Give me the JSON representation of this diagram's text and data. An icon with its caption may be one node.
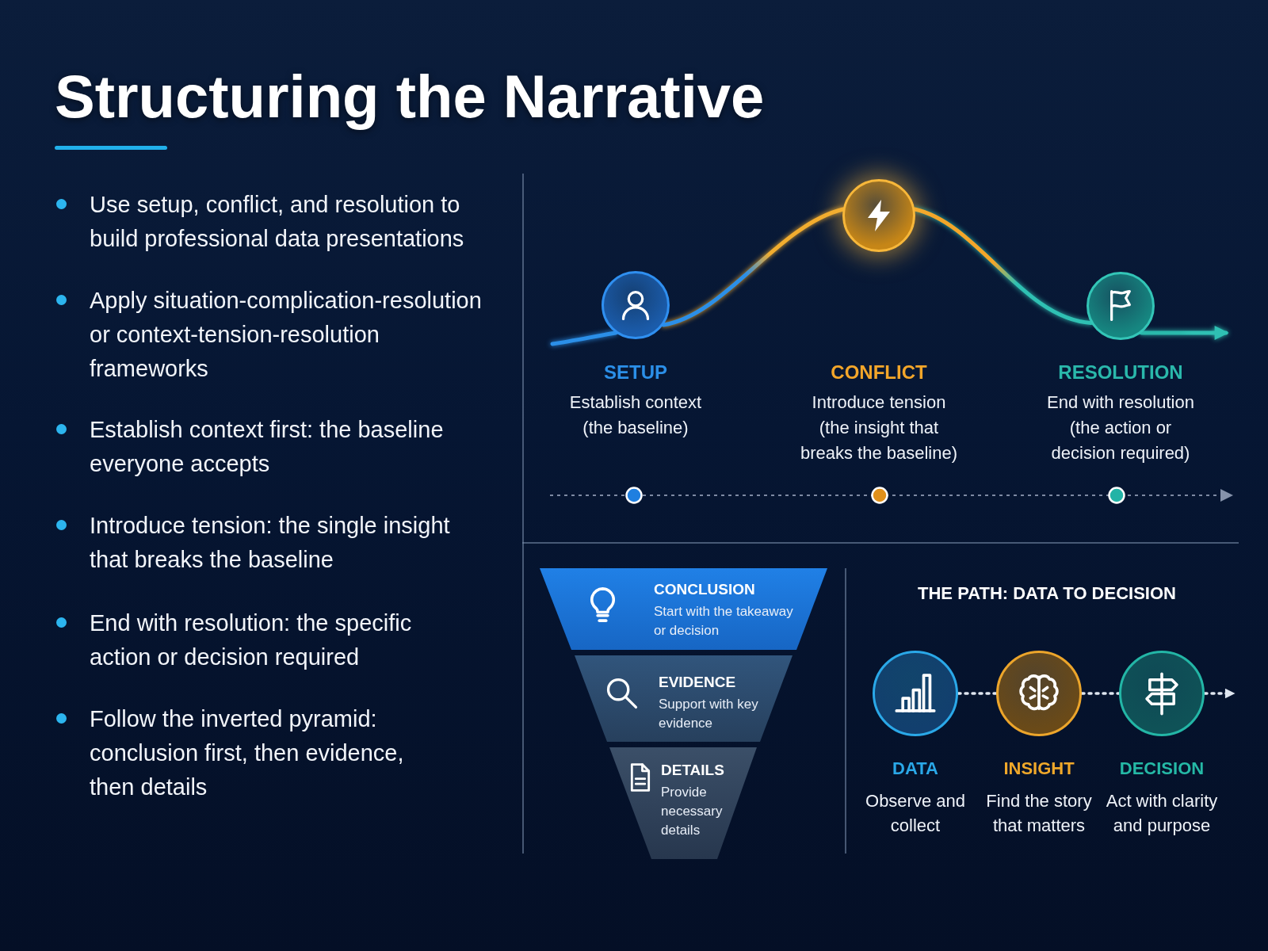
{
  "diagram": {
    "title": "Structuring the Narrative",
    "nodes": [
      {
        "text": [],
        "shape": "circle",
        "beside": [
          "SETUP",
          "Establish context (the baseline)"
        ]
      },
      {
        "text": [],
        "shape": "circle",
        "beside": [
          "CONFLICT",
          "Introduce tension (the insight that breaks the baseline)"
        ]
      },
      {
        "text": [],
        "shape": "circle",
        "beside": [
          "RESOLUTION",
          "End with resolution (the action or decision required)"
        ]
      },
      {
        "text": [
          "CONCLUSION",
          "Start with the takeaway or decision"
        ]
      },
      {
        "text": [
          "EVIDENCE",
          "Support with key evidence"
        ]
      },
      {
        "text": [
          "DETAILS",
          "Provide necessary details"
        ]
      },
      {
        "text": [],
        "shape": "circle",
        "beside": [
          "DATA",
          "Observe and collect"
        ]
      },
      {
        "text": [],
        "shape": "circle",
        "beside": [
          "INSIGHT",
          "Find the story that matters"
        ]
      },
      {
        "text": [],
        "shape": "circle",
        "beside": [
          "DECISION",
          "Act with clarity and purpose"
        ]
      }
    ],
    "edges": [
      {
        "from": null,
        "to": 0,
        "arrow": "none",
        "color": "#2b8fe8"
      },
      {
        "from": 0,
        "to": 1,
        "arrow": "none",
        "color": "#f2ad2f"
      },
      {
        "from": 1,
        "to": 2,
        "arrow": "none",
        "color": "#2fc0b3"
      },
      {
        "from": 2,
        "to": null,
        "arrow": "to",
        "color": "#2fc0b3"
      },
      {
        "from": 6,
        "to": 7,
        "arrow": "none",
        "style": "dashed"
      },
      {
        "from": 7,
        "to": 8,
        "arrow": "none",
        "style": "dashed"
      },
      {
        "from": 8,
        "to": null,
        "arrow": "to",
        "style": "dashed"
      }
    ],
    "labels": [
      "Use setup, conflict, and resolution to build professional data presentations",
      "Apply situation-complication-resolution or context-tension-resolution frameworks",
      "Establish context first: the baseline everyone accepts",
      "Introduce tension: the single insight that breaks the baseline",
      "End with resolution: the specific action or decision required",
      "Follow the inverted pyramid: conclusion first, then evidence, then details",
      "THE PATH: DATA TO DECISION"
    ]
  }
}
